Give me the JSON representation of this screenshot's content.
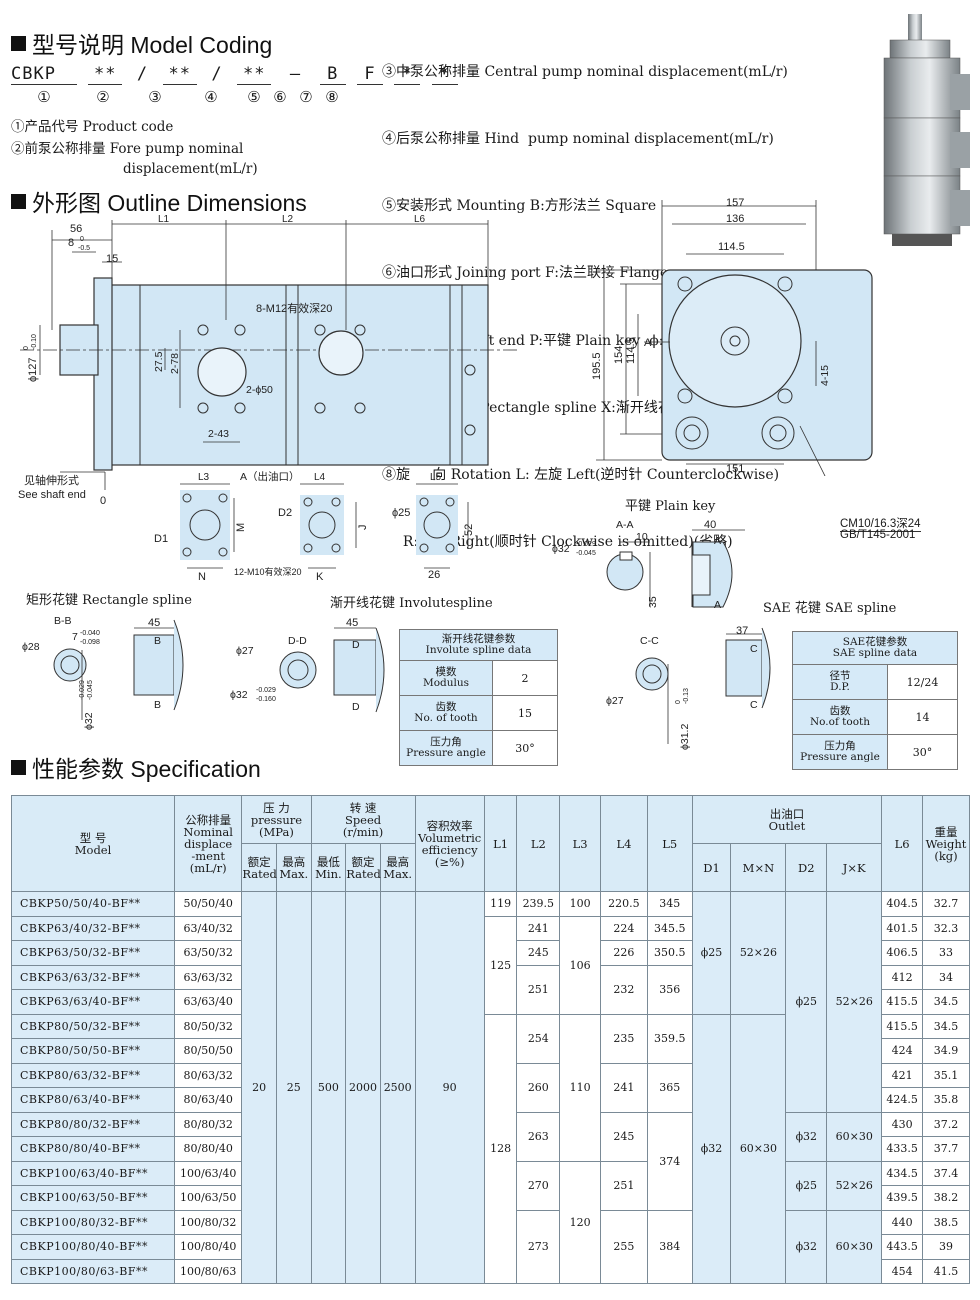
{
  "model_coding": {
    "title": "型号说明 Model Coding",
    "code_parts": [
      "CBKP",
      "**",
      "/",
      "**",
      "/",
      "**",
      "—",
      "B",
      "F",
      "*",
      "*"
    ],
    "circled": [
      "①",
      "②",
      "③",
      "④",
      "⑤",
      "⑥",
      "⑦",
      "⑧"
    ],
    "left_items": [
      "①产品代号 Product code",
      "②前泵公称排量 Fore pump nominal",
      "displacement(mL/r)"
    ],
    "right_items": [
      "③中泵公称排量 Central pump nominal displacement(mL/r)",
      "④后泵公称排量 Hind  pump nominal displacement(mL/r)",
      "⑤安装形式 Mounting B:方形法兰 Square",
      "⑥油口形式 Joining port F:法兰联接 Flange",
      "⑦轴伸形式 Shaft end P:平键 Plain key  ϕ:SAE 花键SAE spline",
      "  H:矩形花键 Pectangle spline X:渐开线花键 Involute spline",
      "⑧旋     向 Rotation L: 左旋 Left(逆时针 Counterclockwise)",
      "  R:右旋 Right(顺时针 Clockwise is omitted)(省略)"
    ]
  },
  "outline": {
    "title": "外形图 Outline Dimensions",
    "side_dims": [
      "56",
      "8",
      "0",
      "-0.5",
      "15",
      "L1",
      "L2",
      "L6",
      "ϕ127",
      "0",
      "-0.10",
      "27.5",
      "2-78",
      "2-ϕ50",
      "2-43",
      "8-M12有效深20",
      "见轴伸形式",
      "See shaft end",
      "0",
      "A（出油口）"
    ],
    "front_dims": [
      "157",
      "136",
      "114.5",
      "195.5",
      "154",
      "114.5",
      "4-15",
      "151",
      "A",
      "CM10/16.3深24",
      "GB/T145-2001"
    ],
    "port_dims": [
      "L3",
      "L4",
      "L5",
      "D1",
      "M",
      "N",
      "D2",
      "J",
      "K",
      "ϕ25",
      "52",
      "26",
      "12-M10有效深20"
    ],
    "plain_key": {
      "title": "平键 Plain key",
      "labels": [
        "A-A",
        "ϕ32",
        "-0.029",
        "-0.045",
        "10",
        "40",
        "35",
        "A",
        "A"
      ]
    },
    "rect_spline": {
      "title": "矩形花键 Rectangle spline",
      "labels": [
        "B-B",
        "ϕ28",
        "7",
        "-0.040",
        "-0.098",
        "45",
        "ϕ32",
        "-0.029",
        "-0.045",
        "B",
        "B"
      ]
    },
    "involute": {
      "title": "渐开线花键 Involutespline",
      "labels": [
        "ϕ27",
        "D-D",
        "45",
        "ϕ32",
        "-0.029",
        "-0.160",
        "D",
        "D"
      ]
    },
    "sae_spline": {
      "title": "SAE 花键 SAE  spline",
      "labels": [
        "C-C",
        "37",
        "ϕ27",
        "ϕ31.2",
        "0",
        "-0.13",
        "C",
        "C"
      ]
    },
    "involute_table": {
      "title_cn": "渐开线花键参数",
      "title_en": "Involute spline data",
      "rows": [
        {
          "cn": "模数",
          "en": "Modulus",
          "val": "2"
        },
        {
          "cn": "齿数",
          "en": "No. of tooth",
          "val": "15"
        },
        {
          "cn": "压力角",
          "en": "Pressure angle",
          "val": "30°"
        }
      ]
    },
    "sae_table": {
      "title_cn": "SAE花键参数",
      "title_en": "SAE spline data",
      "rows": [
        {
          "cn": "径节",
          "en": "D.P.",
          "val": "12/24"
        },
        {
          "cn": "齿数",
          "en": "No.of tooth",
          "val": "14"
        },
        {
          "cn": "压力角",
          "en": "Pressure angle",
          "val": "30°"
        }
      ]
    }
  },
  "spec": {
    "title": "性能参数 Specification",
    "headers": {
      "model": [
        "型  号",
        "Model"
      ],
      "nominal": [
        "公称排量",
        "Nominal",
        "displace",
        "-ment",
        "(mL/r)"
      ],
      "pressure": [
        "压    力",
        "pressure",
        "(MPa)"
      ],
      "speed": [
        "转    速",
        "Speed",
        "(r/min)"
      ],
      "rated": [
        "额定",
        "Rated"
      ],
      "max": [
        "最高",
        "Max."
      ],
      "min": [
        "最低",
        "Min."
      ],
      "vol": [
        "容积效率",
        "Volumetric",
        "efficiency",
        "(≥%)"
      ],
      "L1": "L1",
      "L2": "L2",
      "L3": "L3",
      "L4": "L4",
      "L5": "L5",
      "L6": "L6",
      "outlet": [
        "出油口",
        "Outlet"
      ],
      "D1": "D1",
      "MxN": "M×N",
      "D2": "D2",
      "JxK": "J×K",
      "weight": [
        "重量",
        "Weight",
        "(kg)"
      ]
    },
    "models": [
      "CBKP50/50/40-BF**",
      "CBKP63/40/32-BF**",
      "CBKP63/50/32-BF**",
      "CBKP63/63/32-BF**",
      "CBKP63/63/40-BF**",
      "CBKP80/50/32-BF**",
      "CBKP80/50/50-BF**",
      "CBKP80/63/32-BF**",
      "CBKP80/63/40-BF**",
      "CBKP80/80/32-BF**",
      "CBKP80/80/40-BF**",
      "CBKP100/63/40-BF**",
      "CBKP100/63/50-BF**",
      "CBKP100/80/32-BF**",
      "CBKP100/80/40-BF**",
      "CBKP100/80/63-BF**"
    ],
    "nominal": [
      "50/50/40",
      "63/40/32",
      "63/50/32",
      "63/63/32",
      "63/63/40",
      "80/50/32",
      "80/50/50",
      "80/63/32",
      "80/63/40",
      "80/80/32",
      "80/80/40",
      "100/63/40",
      "100/63/50",
      "100/80/32",
      "100/80/40",
      "100/80/63"
    ],
    "pressure_rated": "20",
    "pressure_max": "25",
    "speed_min": "500",
    "speed_rated": "2000",
    "speed_max": "2500",
    "efficiency": "90",
    "L1": [
      "119",
      "125",
      "128"
    ],
    "L2": [
      "239.5",
      "241",
      "245",
      "251",
      "254",
      "260",
      "263",
      "270",
      "273"
    ],
    "L3": [
      "100",
      "106",
      "110",
      "120"
    ],
    "L4": [
      "220.5",
      "224",
      "226",
      "232",
      "235",
      "241",
      "245",
      "251",
      "255"
    ],
    "L5": [
      "345",
      "345.5",
      "350.5",
      "356",
      "359.5",
      "365",
      "374",
      "384"
    ],
    "D1": [
      "ϕ25",
      "ϕ32"
    ],
    "MxN": [
      "52×26",
      "60×30"
    ],
    "D2": [
      "ϕ25",
      "ϕ32",
      "ϕ25",
      "ϕ32"
    ],
    "JxK": [
      "52×26",
      "60×30",
      "52×26",
      "60×30"
    ],
    "L6": [
      "404.5",
      "401.5",
      "406.5",
      "412",
      "415.5",
      "415.5",
      "424",
      "421",
      "424.5",
      "430",
      "433.5",
      "434.5",
      "439.5",
      "440",
      "443.5",
      "454"
    ],
    "weight": [
      "32.7",
      "32.3",
      "33",
      "34",
      "34.5",
      "34.5",
      "34.9",
      "35.1",
      "35.8",
      "37.2",
      "37.7",
      "37.4",
      "38.2",
      "38.5",
      "39",
      "41.5"
    ]
  }
}
